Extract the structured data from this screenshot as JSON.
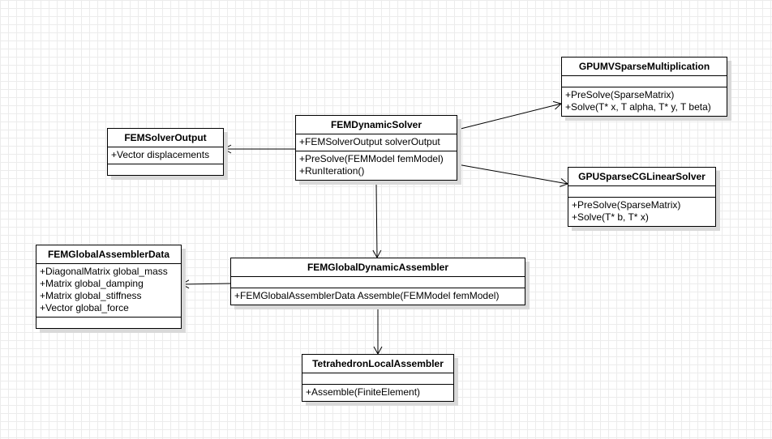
{
  "diagram": {
    "classes": {
      "fem_solver_output": {
        "name": "FEMSolverOutput",
        "attributes": [
          "+Vector displacements"
        ],
        "operations": []
      },
      "fem_dynamic_solver": {
        "name": "FEMDynamicSolver",
        "attributes": [
          "+FEMSolverOutput solverOutput"
        ],
        "operations": [
          "+PreSolve(FEMModel femModel)",
          "+RunIteration()"
        ]
      },
      "gpu_mv_sparse_multiplication": {
        "name": "GPUMVSparseMultiplication",
        "attributes": [],
        "operations": [
          "+PreSolve(SparseMatrix)",
          "+Solve(T* x, T alpha, T* y, T beta)"
        ]
      },
      "gpu_sparse_cg_linear_solver": {
        "name": "GPUSparseCGLinearSolver",
        "attributes": [],
        "operations": [
          "+PreSolve(SparseMatrix)",
          "+Solve(T* b, T* x)"
        ]
      },
      "fem_global_assembler_data": {
        "name": "FEMGlobalAssemblerData",
        "attributes": [
          "+DiagonalMatrix global_mass",
          "+Matrix global_damping",
          "+Matrix global_stiffness",
          "+Vector global_force"
        ],
        "operations": []
      },
      "fem_global_dynamic_assembler": {
        "name": "FEMGlobalDynamicAssembler",
        "attributes": [],
        "operations": [
          "+FEMGlobalAssemblerData Assemble(FEMModel femModel)"
        ]
      },
      "tetrahedron_local_assembler": {
        "name": "TetrahedronLocalAssembler",
        "attributes": [],
        "operations": [
          "+Assemble(FiniteElement)"
        ]
      }
    },
    "associations": [
      {
        "from": "fem_dynamic_solver",
        "to": "fem_solver_output"
      },
      {
        "from": "fem_dynamic_solver",
        "to": "gpu_mv_sparse_multiplication"
      },
      {
        "from": "fem_dynamic_solver",
        "to": "gpu_sparse_cg_linear_solver"
      },
      {
        "from": "fem_dynamic_solver",
        "to": "fem_global_dynamic_assembler"
      },
      {
        "from": "fem_global_dynamic_assembler",
        "to": "fem_global_assembler_data"
      },
      {
        "from": "fem_global_dynamic_assembler",
        "to": "tetrahedron_local_assembler"
      }
    ],
    "colors": {
      "line": "#000000",
      "box_fill": "#ffffff",
      "shadow": "#d9d9d9",
      "grid": "#ececec"
    }
  }
}
